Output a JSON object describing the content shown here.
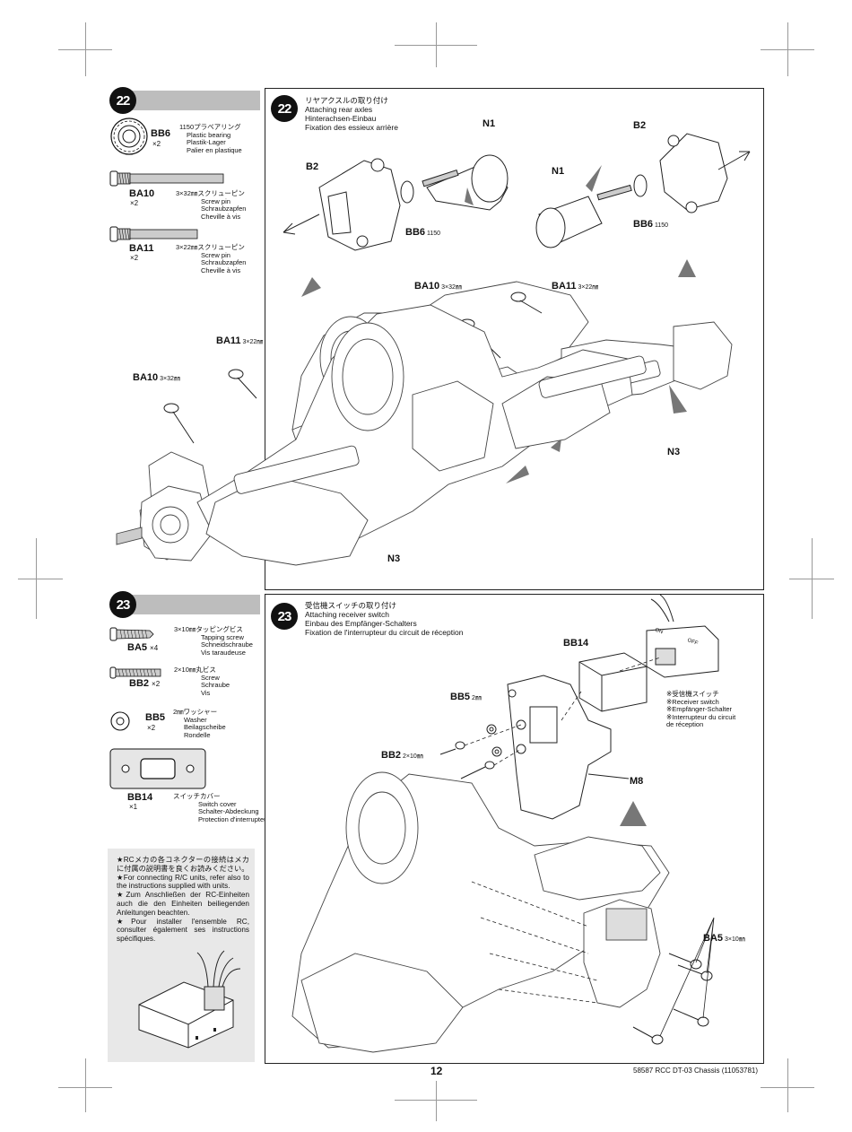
{
  "step22": {
    "number": "22",
    "title_jp": "リヤアクスルの取り付け",
    "title_en": "Attaching rear axles",
    "title_de": "Hinterachsen-Einbau",
    "title_fr": "Fixation des essieux arrière",
    "parts": [
      {
        "code": "BB6",
        "qty": "×2",
        "size": "",
        "desc_jp": "1150プラベアリング",
        "desc": [
          "Plastic bearing",
          "Plastik-Lager",
          "Palier en plastique"
        ]
      },
      {
        "code": "BA10",
        "qty": "×2",
        "size": "",
        "desc_jp": "3×32㎜スクリューピン",
        "desc": [
          "Screw pin",
          "Schraubzapfen",
          "Cheville à vis"
        ]
      },
      {
        "code": "BA11",
        "qty": "×2",
        "size": "",
        "desc_jp": "3×22㎜スクリューピン",
        "desc": [
          "Screw pin",
          "Schraubzapfen",
          "Cheville à vis"
        ]
      }
    ],
    "callouts": {
      "n1_left": "N1",
      "b2_left": "B2",
      "bb6_left": "BB6",
      "bb6_left_sub": "1150",
      "n1_right": "N1",
      "b2_right": "B2",
      "bb6_right": "BB6",
      "bb6_right_sub": "1150",
      "ba10_top": "BA10",
      "ba10_top_sub": "3×32㎜",
      "ba11_top": "BA11",
      "ba11_top_sub": "3×22㎜",
      "ba11_left": "BA11",
      "ba11_left_sub": "3×22㎜",
      "ba10_left": "BA10",
      "ba10_left_sub": "3×32㎜",
      "n3_right": "N3",
      "n3_bottom": "N3"
    }
  },
  "step23": {
    "number": "23",
    "title_jp": "受信機スイッチの取り付け",
    "title_en": "Attaching receiver switch",
    "title_de": "Einbau des Empfänger-Schalters",
    "title_fr": "Fixation de l'interrupteur du circuit de réception",
    "parts": [
      {
        "code": "BA5",
        "qty": "×4",
        "desc_jp": "3×10㎜タッピングビス",
        "desc": [
          "Tapping screw",
          "Schneidschraube",
          "Vis taraudeuse"
        ]
      },
      {
        "code": "BB2",
        "qty": "×2",
        "desc_jp": "2×10㎜丸ビス",
        "desc": [
          "Screw",
          "Schraube",
          "Vis"
        ]
      },
      {
        "code": "BB5",
        "qty": "×2",
        "desc_jp": "2㎜ワッシャー",
        "desc": [
          "Washer",
          "Beilagscheibe",
          "Rondelle"
        ]
      },
      {
        "code": "BB14",
        "qty": "×1",
        "desc_jp": "スイッチカバー",
        "desc": [
          "Switch cover",
          "Schalter-Abdeckung",
          "Protection d'interrupteur"
        ]
      }
    ],
    "note": [
      "★RCメカの各コネクターの接続はメカに付属の説明書を良くお読みください。",
      "★For connecting R/C units, refer also to the instructions supplied with units.",
      "★Zum Anschließen der RC-Einheiten auch die den Einheiten beiliegenden Anleitungen beachten.",
      "★Pour installer l'ensemble RC, consulter également ses instructions spécifiques."
    ],
    "callouts": {
      "bb14": "BB14",
      "bb5": "BB5",
      "bb5_sub": "2㎜",
      "bb2": "BB2",
      "bb2_sub": "2×10㎜",
      "m8": "M8",
      "ba5": "BA5",
      "ba5_sub": "3×10㎜",
      "switch_on": "ON",
      "switch_off": "OFF"
    },
    "switch_label": [
      "※受信機スイッチ",
      "※Receiver switch",
      "※Empfänger-Schalter",
      "※Interrupteur du circuit",
      "de réception"
    ]
  },
  "page": {
    "number": "12",
    "footer": "58587 RCC DT-03 Chassis (11053781)"
  }
}
